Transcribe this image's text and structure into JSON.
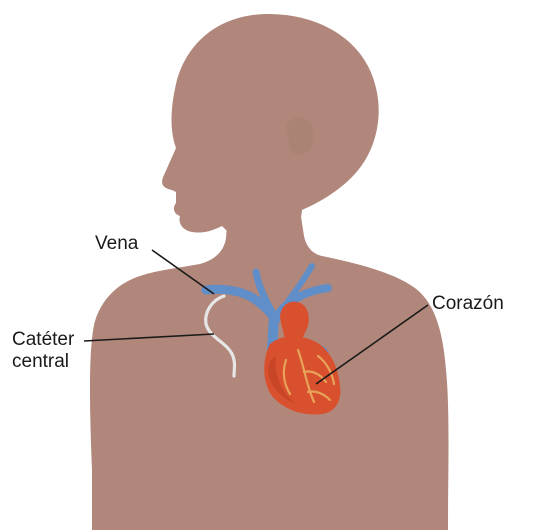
{
  "labels": {
    "vein": "Vena",
    "heart": "Corazón",
    "catheter_line1": "Catéter",
    "catheter_line2": "central"
  },
  "colors": {
    "background": "#ffffff",
    "silhouette": "#b0877a",
    "vein": "#5f8ec9",
    "heart": "#d9502e",
    "heart_vessels": "#e8a35a",
    "catheter": "#e6e6e6",
    "leader_line": "#1a1a1a"
  }
}
